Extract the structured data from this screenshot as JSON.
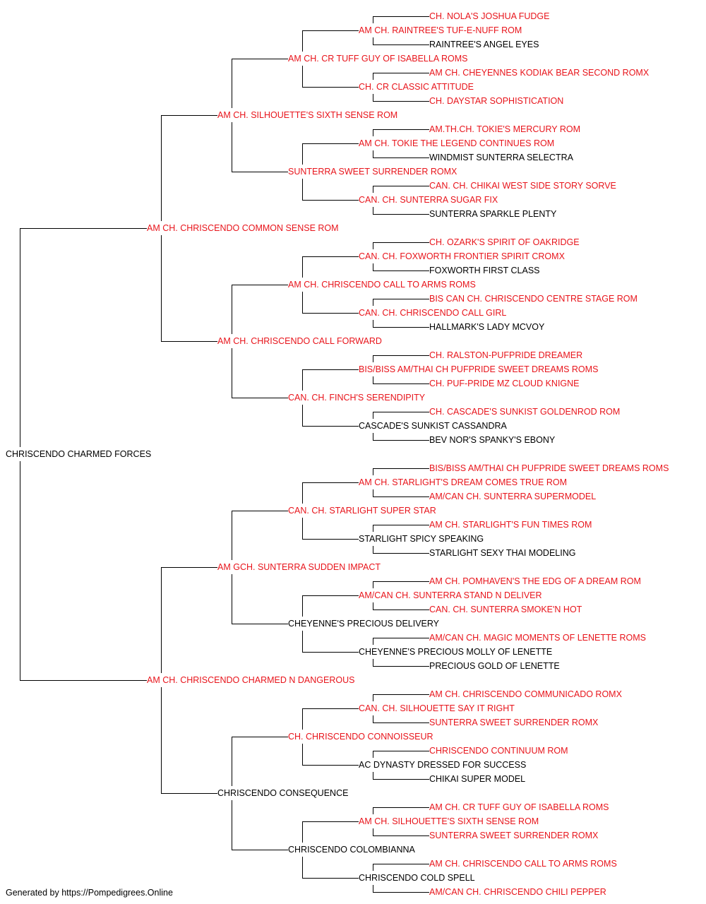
{
  "colors": {
    "champion": "#e8141b",
    "plain": "#000000",
    "line": "#000000"
  },
  "footer": "Generated by https://Pompedigrees.Online",
  "pedigree": {
    "name": "CHRISCENDO CHARMED FORCES",
    "champion": false,
    "sire": {
      "name": "AM CH. CHRISCENDO COMMON SENSE ROM",
      "champion": true,
      "sire": {
        "name": "AM CH. SILHOUETTE'S SIXTH SENSE ROM",
        "champion": true,
        "sire": {
          "name": "AM CH. CR TUFF GUY OF ISABELLA ROMS",
          "champion": true,
          "sire": {
            "name": "AM CH. RAINTREE'S TUF-E-NUFF ROM",
            "champion": true,
            "sire": {
              "name": "CH. NOLA'S JOSHUA FUDGE",
              "champion": true
            },
            "dam": {
              "name": "RAINTREE'S ANGEL EYES",
              "champion": false
            }
          },
          "dam": {
            "name": "CH. CR CLASSIC ATTITUDE",
            "champion": true,
            "sire": {
              "name": "AM CH. CHEYENNES KODIAK BEAR SECOND ROMX",
              "champion": true
            },
            "dam": {
              "name": "CH. DAYSTAR SOPHISTICATION",
              "champion": true
            }
          }
        },
        "dam": {
          "name": "SUNTERRA SWEET SURRENDER ROMX",
          "champion": true,
          "sire": {
            "name": "AM CH. TOKIE THE LEGEND CONTINUES ROM",
            "champion": true,
            "sire": {
              "name": "AM.TH.CH. TOKIE'S MERCURY ROM",
              "champion": true
            },
            "dam": {
              "name": "WINDMIST SUNTERRA SELECTRA",
              "champion": false
            }
          },
          "dam": {
            "name": "CAN. CH. SUNTERRA SUGAR FIX",
            "champion": true,
            "sire": {
              "name": "CAN. CH. CHIKAI WEST SIDE STORY SORVE",
              "champion": true
            },
            "dam": {
              "name": "SUNTERRA SPARKLE PLENTY",
              "champion": false
            }
          }
        }
      },
      "dam": {
        "name": "AM CH. CHRISCENDO CALL FORWARD",
        "champion": true,
        "sire": {
          "name": "AM CH. CHRISCENDO CALL TO ARMS ROMS",
          "champion": true,
          "sire": {
            "name": "CAN. CH. FOXWORTH FRONTIER SPIRIT CROMX",
            "champion": true,
            "sire": {
              "name": "CH. OZARK'S SPIRIT OF OAKRIDGE",
              "champion": true
            },
            "dam": {
              "name": "FOXWORTH FIRST CLASS",
              "champion": false
            }
          },
          "dam": {
            "name": "CAN. CH. CHRISCENDO CALL GIRL",
            "champion": true,
            "sire": {
              "name": "BIS CAN CH. CHRISCENDO CENTRE STAGE ROM",
              "champion": true
            },
            "dam": {
              "name": "HALLMARK'S LADY MCVOY",
              "champion": false
            }
          }
        },
        "dam": {
          "name": "CAN. CH. FINCH'S SERENDIPITY",
          "champion": true,
          "sire": {
            "name": "BIS/BISS AM/THAI CH PUFPRIDE SWEET DREAMS ROMS",
            "champion": true,
            "sire": {
              "name": "CH. RALSTON-PUFPRIDE DREAMER",
              "champion": true
            },
            "dam": {
              "name": "CH. PUF-PRIDE MZ CLOUD KNIGNE",
              "champion": true
            }
          },
          "dam": {
            "name": "CASCADE'S SUNKIST CASSANDRA",
            "champion": false,
            "sire": {
              "name": "CH. CASCADE'S SUNKIST GOLDENROD ROM",
              "champion": true
            },
            "dam": {
              "name": "BEV NOR'S SPANKY'S EBONY",
              "champion": false
            }
          }
        }
      }
    },
    "dam": {
      "name": "AM CH. CHRISCENDO CHARMED N DANGEROUS",
      "champion": true,
      "sire": {
        "name": "AM GCH. SUNTERRA SUDDEN IMPACT",
        "champion": true,
        "sire": {
          "name": "CAN. CH. STARLIGHT SUPER STAR",
          "champion": true,
          "sire": {
            "name": "AM CH. STARLIGHT'S DREAM COMES TRUE ROM",
            "champion": true,
            "sire": {
              "name": "BIS/BISS AM/THAI CH PUFPRIDE SWEET DREAMS ROMS",
              "champion": true
            },
            "dam": {
              "name": "AM/CAN CH. SUNTERRA SUPERMODEL",
              "champion": true
            }
          },
          "dam": {
            "name": "STARLIGHT SPICY SPEAKING",
            "champion": false,
            "sire": {
              "name": "AM CH. STARLIGHT'S FUN TIMES ROM",
              "champion": true
            },
            "dam": {
              "name": "STARLIGHT SEXY THAI MODELING",
              "champion": false
            }
          }
        },
        "dam": {
          "name": "CHEYENNE'S PRECIOUS DELIVERY",
          "champion": false,
          "sire": {
            "name": "AM/CAN CH. SUNTERRA STAND N DELIVER",
            "champion": true,
            "sire": {
              "name": "AM CH. POMHAVEN'S THE EDG OF A DREAM ROM",
              "champion": true
            },
            "dam": {
              "name": "CAN. CH. SUNTERRA SMOKE'N HOT",
              "champion": true
            }
          },
          "dam": {
            "name": "CHEYENNE'S PRECIOUS MOLLY OF LENETTE",
            "champion": false,
            "sire": {
              "name": "AM/CAN CH. MAGIC MOMENTS OF LENETTE ROMS",
              "champion": true
            },
            "dam": {
              "name": "PRECIOUS GOLD OF LENETTE",
              "champion": false
            }
          }
        }
      },
      "dam": {
        "name": "CHRISCENDO CONSEQUENCE",
        "champion": false,
        "sire": {
          "name": "CH. CHRISCENDO CONNOISSEUR",
          "champion": true,
          "sire": {
            "name": "CAN. CH. SILHOUETTE SAY IT RIGHT",
            "champion": true,
            "sire": {
              "name": "AM CH. CHRISCENDO COMMUNICADO ROMX",
              "champion": true
            },
            "dam": {
              "name": "SUNTERRA SWEET SURRENDER ROMX",
              "champion": true
            }
          },
          "dam": {
            "name": "AC DYNASTY DRESSED FOR SUCCESS",
            "champion": false,
            "sire": {
              "name": "CHRISCENDO CONTINUUM ROM",
              "champion": true
            },
            "dam": {
              "name": "CHIKAI SUPER MODEL",
              "champion": false
            }
          }
        },
        "dam": {
          "name": "CHRISCENDO COLOMBIANNA",
          "champion": false,
          "sire": {
            "name": "AM CH. SILHOUETTE'S SIXTH SENSE ROM",
            "champion": true,
            "sire": {
              "name": "AM CH. CR TUFF GUY OF ISABELLA ROMS",
              "champion": true
            },
            "dam": {
              "name": "SUNTERRA SWEET SURRENDER ROMX",
              "champion": true
            }
          },
          "dam": {
            "name": "CHRISCENDO COLD SPELL",
            "champion": false,
            "sire": {
              "name": "AM CH. CHRISCENDO CALL TO ARMS ROMS",
              "champion": true
            },
            "dam": {
              "name": "AM/CAN CH. CHRISCENDO CHILI PEPPER",
              "champion": true
            }
          }
        }
      }
    }
  }
}
